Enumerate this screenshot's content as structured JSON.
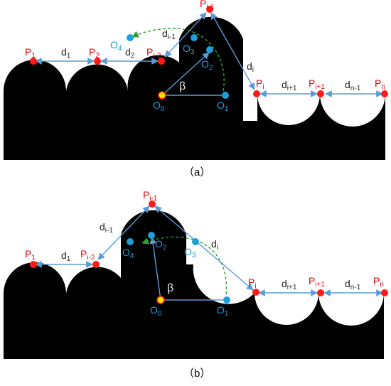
{
  "colors": {
    "shape": "#000000",
    "point_red": "#ff1a1a",
    "center_blue": "#1f9fd8",
    "origin_yellow": "#ffe000",
    "arrow": "#5b9bd5",
    "arc": "#2ca02c"
  },
  "a": {
    "caption": "（a）",
    "p1": "P",
    "p1s": "1",
    "p2": "P",
    "p2s": "2",
    "pim2": "P",
    "pim2s": "i-2",
    "pim1": "P",
    "pim1s": "i-1",
    "pi": "P",
    "pis": "i",
    "pip1": "P",
    "pip1s": "i+1",
    "pn": "P",
    "pns": "n",
    "d1": "d",
    "d1s": "1",
    "d2": "d",
    "d2s": "2",
    "dim1": "d",
    "dim1s": "i-1",
    "di": "d",
    "dis": "i",
    "dip1": "d",
    "dip1s": "i+1",
    "dnm1": "d",
    "dnm1s": "n-1",
    "o0": "O",
    "o0s": "0",
    "o1": "O",
    "o1s": "1",
    "o2": "O",
    "o2s": "2",
    "o3": "O",
    "o3s": "3",
    "o4": "O",
    "o4s": "4",
    "beta": "β"
  },
  "b": {
    "caption": "（b）",
    "p1": "P",
    "p1s": "1",
    "pim2": "P",
    "pim2s": "i-2",
    "pim1": "P",
    "pim1s": "i-1",
    "pi": "P",
    "pis": "i",
    "pip1": "P",
    "pip1s": "i+1",
    "pn": "P",
    "pns": "n",
    "d1": "d",
    "d1s": "1",
    "dim1": "d",
    "dim1s": "i-1",
    "di": "d",
    "dis": "i",
    "dip1": "d",
    "dip1s": "i+1",
    "dnm1": "d",
    "dnm1s": "n-1",
    "o0": "O",
    "o0s": "0",
    "o1": "O",
    "o1s": "1",
    "o2": "O",
    "o2s": "2",
    "o3": "O",
    "o3s": "3",
    "o4": "O",
    "o4s": "4",
    "beta": "β"
  }
}
